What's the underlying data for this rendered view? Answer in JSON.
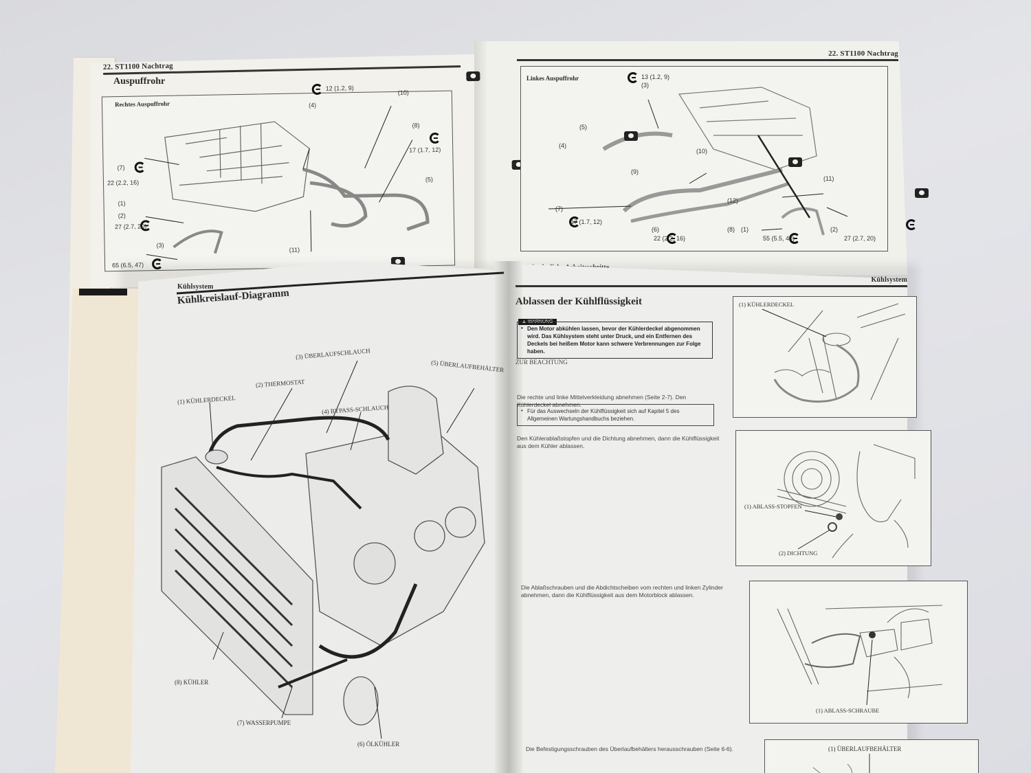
{
  "back_manual": {
    "left_page": {
      "running_header": "22. ST1100 Nachtrag",
      "section_title": "Auspuffrohr",
      "figure_title": "Rechtes Auspuffrohr",
      "callouts": [
        "(1)",
        "(2)",
        "(3)",
        "(4)",
        "(5)",
        "(7)",
        "(8)",
        "(10)",
        "(11)"
      ],
      "torque_specs": [
        "12 (1.2, 9)",
        "17 (1.7, 12)",
        "22 (2.2, 16)",
        "27 (2.7, 20)",
        "65 (6.5, 47)"
      ]
    },
    "right_page": {
      "running_header": "22. ST1100 Nachtrag",
      "figure_title": "Linkes Auspuffrohr",
      "callouts": [
        "(1)",
        "(2)",
        "(3)",
        "(4)",
        "(5)",
        "(6)",
        "(7)",
        "(8)",
        "(9)",
        "(10)",
        "(11)",
        "(12)"
      ],
      "torque_specs": [
        "13 (1.2, 9)",
        "17 (1.7, 12)",
        "22 (2.2, 16)",
        "55 (5.5, 40)",
        "27 (2.7, 20)"
      ],
      "footer_text": "Erforderliche Arbeitsschritte"
    }
  },
  "front_manual": {
    "left_page": {
      "running_header": "Kühlsystem",
      "section_title": "Kühlkreislauf-Diagramm",
      "labels": [
        "(1) KÜHLERDECKEL",
        "(2) THERMOSTAT",
        "(3) ÜBERLAUFSCHLAUCH",
        "(4) BYPASS-SCHLAUCH",
        "(5) ÜBERLAUFBEHÄLTER",
        "(6) ÖLKÜHLER",
        "(7) WASSERPUMPE",
        "(8) KÜHLER"
      ]
    },
    "right_page": {
      "running_header": "Kühlsystem",
      "section_title": "Ablassen der Kühlflüssigkeit",
      "warning_label": "WARNUNG",
      "warning_text": "Den Motor abkühlen lassen, bevor der Kühlerdeckel abgenommen wird. Das Kühlsystem steht unter Druck, und ein Entfernen des Deckels bei heißem Motor kann schwere Verbrennungen zur Folge haben.",
      "note_label": "ZUR BEACHTUNG",
      "note_text": "Für das Auswechseln der Kühlflüssigkeit sich auf Kapitel 5 des Allgemeinen Wartungshandbuchs beziehen.",
      "steps": [
        "Die rechte und linke Mittelverkleidung abnehmen (Seite 2-7). Den Kühlerdeckel abnehmen.",
        "Den Kühlerablaßstopfen und die Dichtung abnehmen, dann die Kühlflüssigkeit aus dem Kühler ablassen.",
        "Die Ablaßschrauben und die Abdichtscheiben vom rechten und linken Zylinder abnehmen, dann die Kühlflüssigkeit aus dem Motorblock ablassen.",
        "Die Befestigungsschrauben des Überlaufbehälters herausschrauben (Seite 6-6)."
      ],
      "figures": [
        {
          "labels": [
            "(1) KÜHLERDECKEL"
          ]
        },
        {
          "labels": [
            "(1) ABLASS-STOPFEN",
            "(2) DICHTUNG"
          ]
        },
        {
          "labels": [
            "(1) ABLASS-SCHRAUBE"
          ]
        },
        {
          "labels": [
            "(1) ÜBERLAUFBEHÄLTER"
          ]
        }
      ]
    }
  }
}
